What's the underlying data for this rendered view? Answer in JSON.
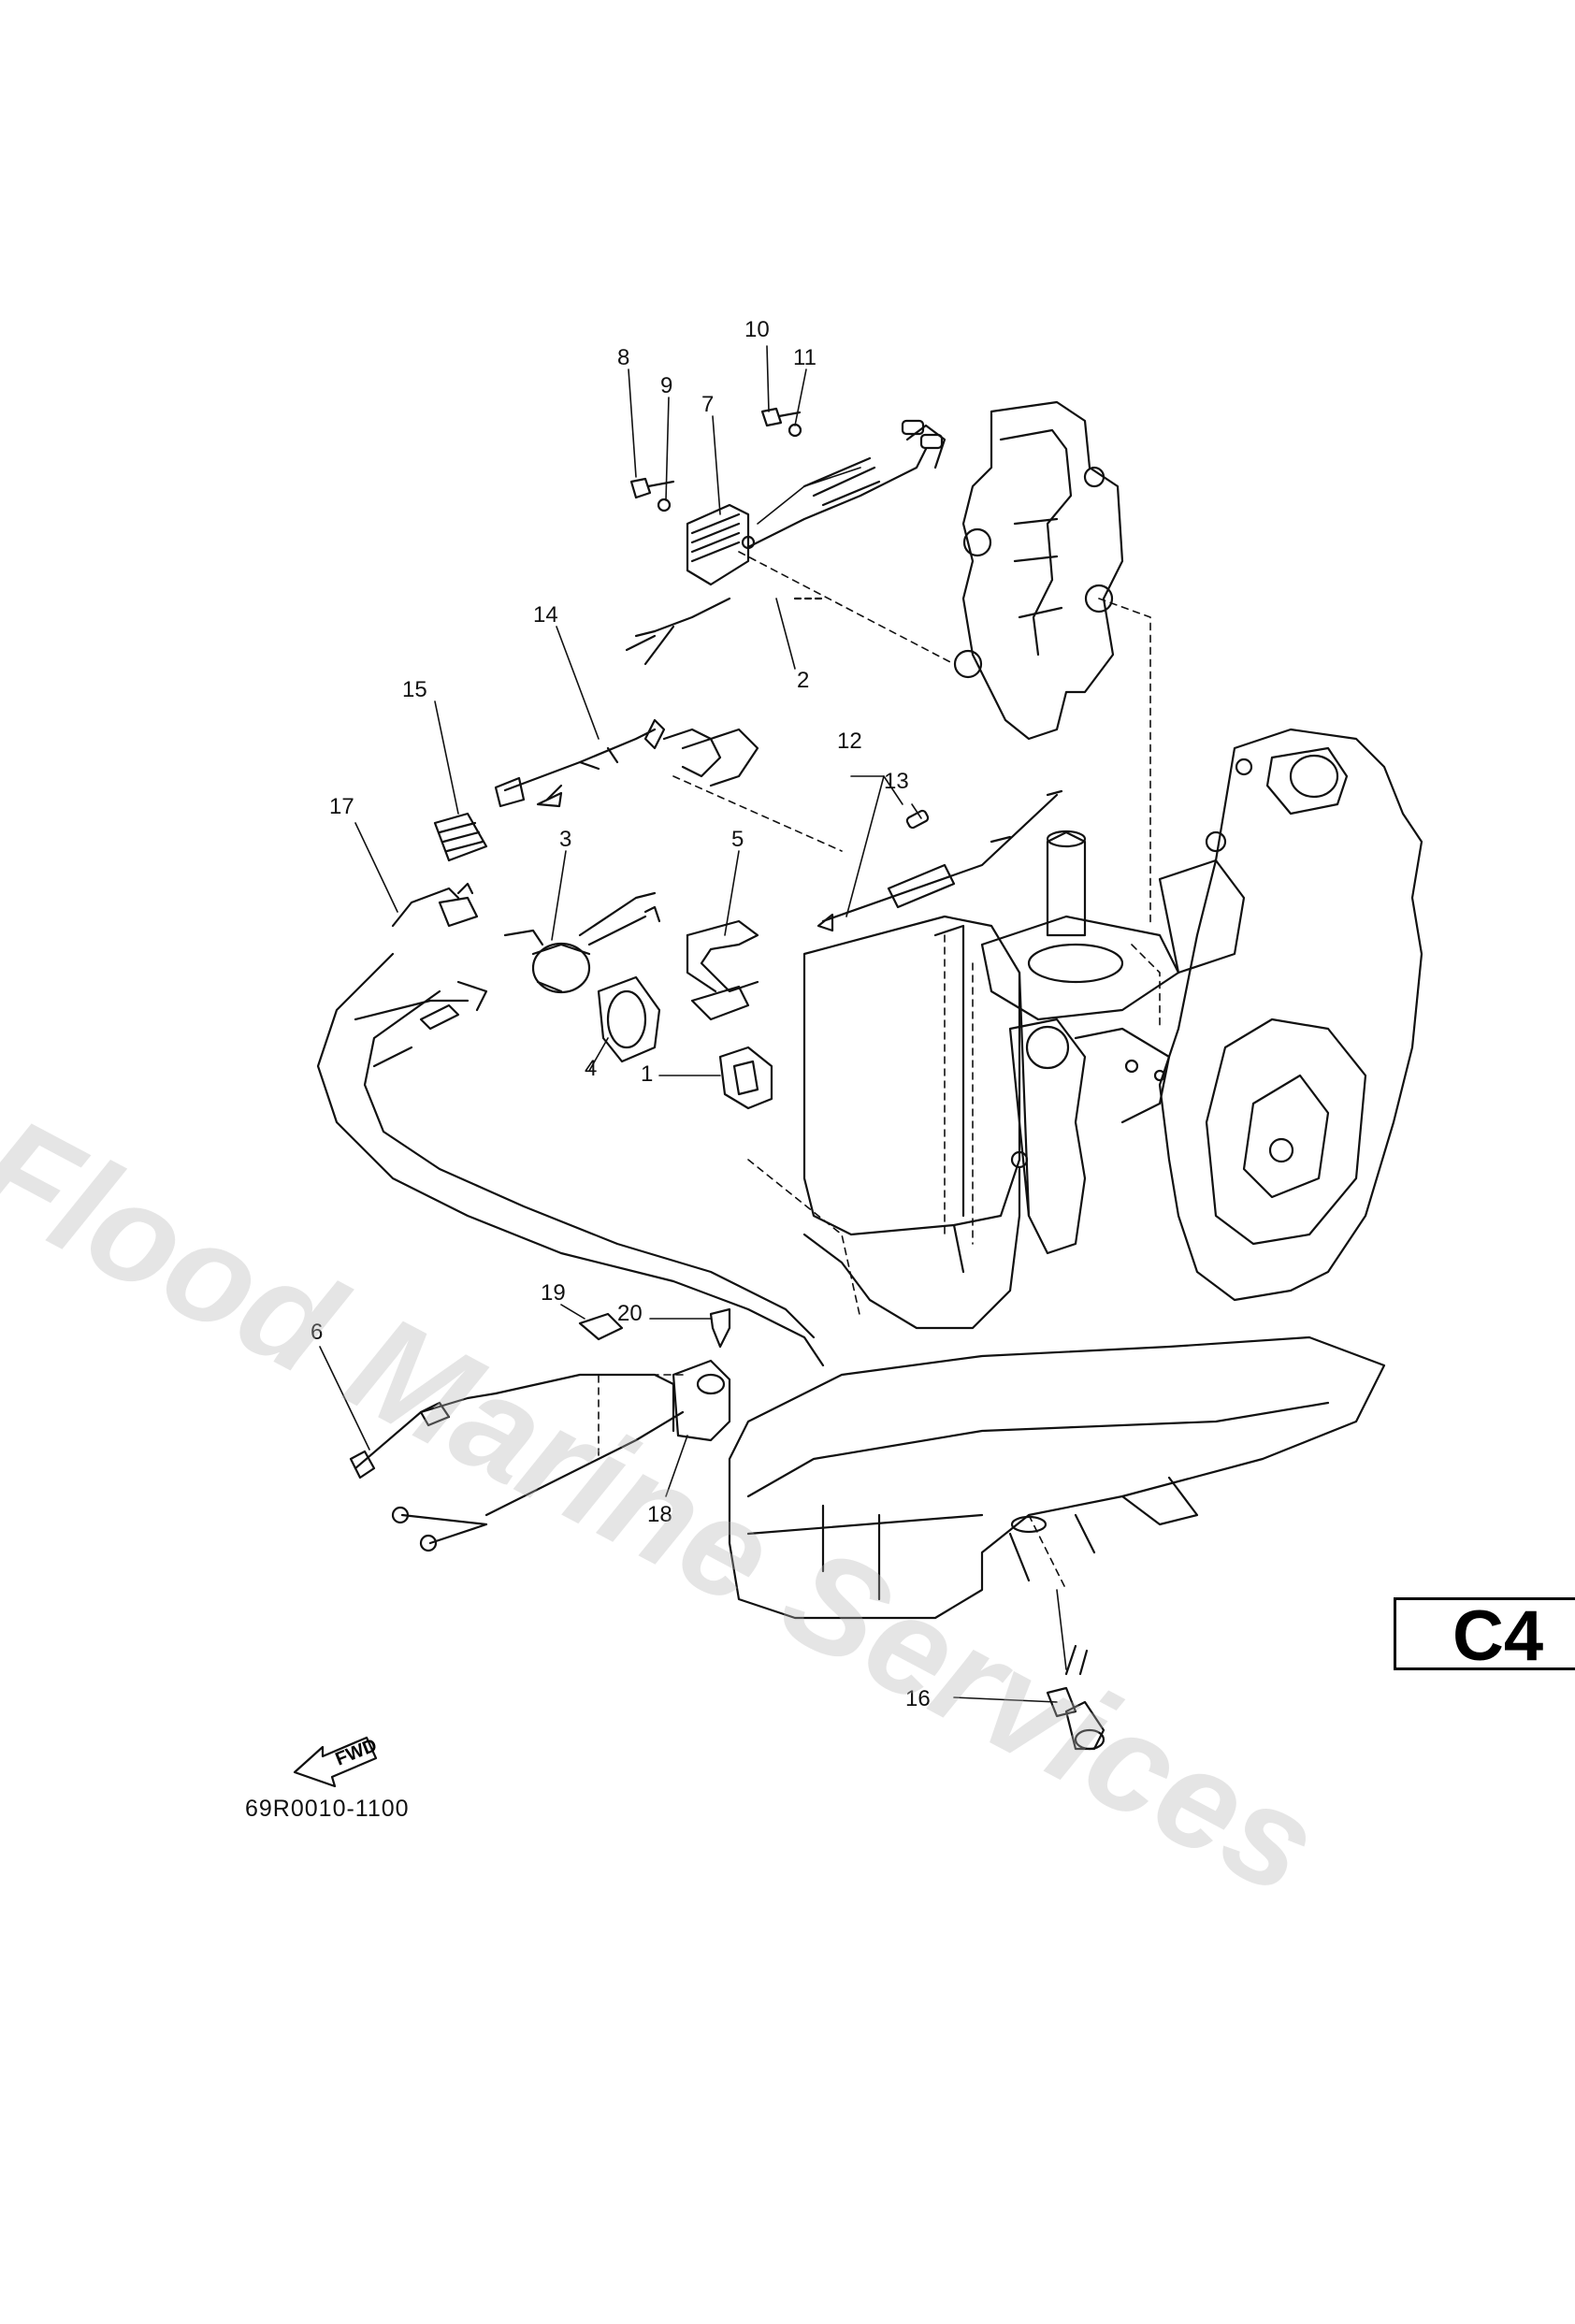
{
  "diagram": {
    "callouts": [
      {
        "id": "1",
        "label": "1"
      },
      {
        "id": "2",
        "label": "2"
      },
      {
        "id": "3",
        "label": "3"
      },
      {
        "id": "4",
        "label": "4"
      },
      {
        "id": "5",
        "label": "5"
      },
      {
        "id": "6",
        "label": "6"
      },
      {
        "id": "7",
        "label": "7"
      },
      {
        "id": "8",
        "label": "8"
      },
      {
        "id": "9",
        "label": "9"
      },
      {
        "id": "10",
        "label": "10"
      },
      {
        "id": "11",
        "label": "11"
      },
      {
        "id": "12",
        "label": "12"
      },
      {
        "id": "13",
        "label": "13"
      },
      {
        "id": "14",
        "label": "14"
      },
      {
        "id": "15",
        "label": "15"
      },
      {
        "id": "16",
        "label": "16"
      },
      {
        "id": "17",
        "label": "17"
      },
      {
        "id": "18",
        "label": "18"
      },
      {
        "id": "19",
        "label": "19"
      },
      {
        "id": "20",
        "label": "20"
      }
    ],
    "fwd_label": "FWD",
    "part_code": "69R0010-1100",
    "page_tag": "C4",
    "watermark": "Flood Marine Services"
  },
  "colors": {
    "line": "#111111",
    "background": "#ffffff",
    "watermark": "#b4b4b4"
  }
}
